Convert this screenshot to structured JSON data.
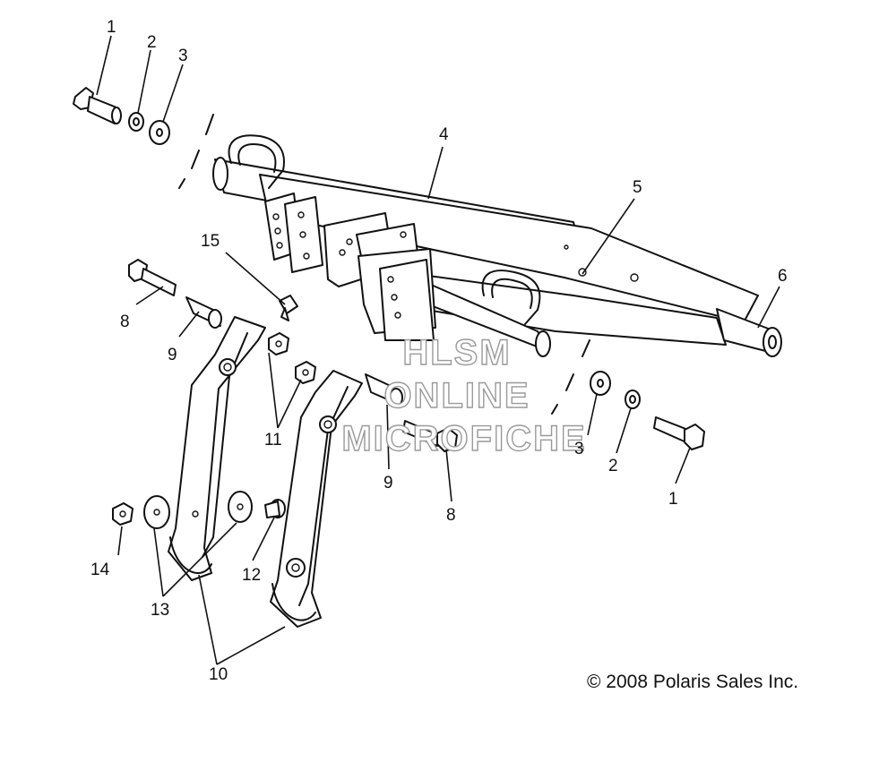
{
  "callouts": {
    "c1a": "1",
    "c2a": "2",
    "c3a": "3",
    "c4": "4",
    "c5": "5",
    "c6": "6",
    "c15": "15",
    "c8a": "8",
    "c9a": "9",
    "c11": "11",
    "c9b": "9",
    "c8b": "8",
    "c3b": "3",
    "c2b": "2",
    "c1b": "1",
    "c14": "14",
    "c13": "13",
    "c12": "12",
    "c10": "10"
  },
  "watermark": {
    "line1": "HLSM",
    "line2": "ONLINE",
    "line3": "MICROFICHE"
  },
  "copyright": "© 2008 Polaris Sales Inc."
}
